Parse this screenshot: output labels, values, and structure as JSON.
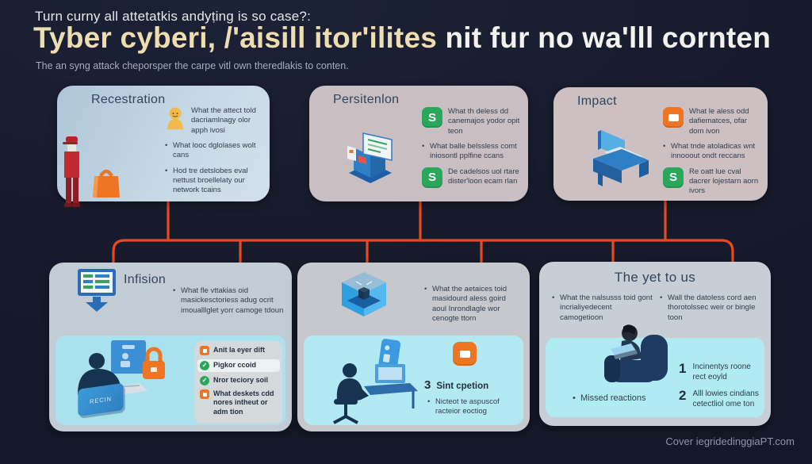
{
  "header": {
    "kicker": "Turn curny all attetatkis andyṭing is so case?:",
    "title_accent": "Tyber cyberi, /'aisill itor'ilites",
    "title_rest": " nit fur no wa'lll cornten",
    "subtitle": "The an syng attack cheporsper the carpe vitl own theredlakis to conten."
  },
  "icons": {
    "check": "✓",
    "s_letter": "S"
  },
  "cards": {
    "recestration": {
      "title": "Recestration",
      "icon_item": "What the attect told dacriamlnagy olor apph ivosi",
      "bullets": [
        "What looc dglolases wolt cans",
        "Hod tre detslobes eval nettust broellelaty our network tcains"
      ]
    },
    "persitenlon": {
      "title": "Persitenlon",
      "item1": "What th deless dd canemajos yodor opit teon",
      "bullet": "What balle belssless comt iniosontl pplfine ccans",
      "item2": "De cadelsos uol rtare dister'loon ecam rlan"
    },
    "impact": {
      "title": "Impact",
      "item1": "What le aless odd dafiematces, ofar dom ivon",
      "bullet": "What tnde atoladicas wnt innooout ondt reccans",
      "item2": "Re oatt lue cval dacrer lojestarn aorn ivors"
    },
    "infision": {
      "title": "Infision",
      "bullet": "What fle vttakias oid masickesctoriess adug ocrit imoualllglet yorr camoge tdoun",
      "chip_label": "RECIN",
      "checklist": [
        {
          "label": "Anit la eyer dift"
        },
        {
          "label": "Pigkor ccoid"
        },
        {
          "label": "Nror teciory soil"
        },
        {
          "label": "What deskets cdd nores intheut or adm tion"
        }
      ]
    },
    "stage": {
      "bullet": "What the aetaices toid masidourd aless goird aoul Inrondlagle wor cenogte ttorn",
      "step_number": "3",
      "step_label": "Sint cpetion",
      "step_bullet": "Nicteot te aspuscof racteior eoctiog"
    },
    "yet_to_us": {
      "title": "The yet to us",
      "bullet_left": "What the nalsusss toid gont incrialiyedecent camogetioon",
      "bullet_right": "Wall the datoless cord aen thorotolssec weir or bingle toon",
      "numbered": [
        {
          "num": "1",
          "text": "Incinentys roone rect eoyld"
        },
        {
          "num": "2",
          "text": "Alll lowies cindians cetectliol ome ton"
        }
      ],
      "bullet_bottom": "Missed reactions"
    }
  },
  "footer": {
    "credit": "Cover iegridedinggiaPT.com"
  },
  "colors": {
    "background": "#171b2c",
    "connector": "#e64a1d",
    "accent_cream": "#efddb2",
    "green_badge": "#2ba75c",
    "orange_badge": "#ee7524",
    "cyan_panel": "#a9e1ef"
  }
}
